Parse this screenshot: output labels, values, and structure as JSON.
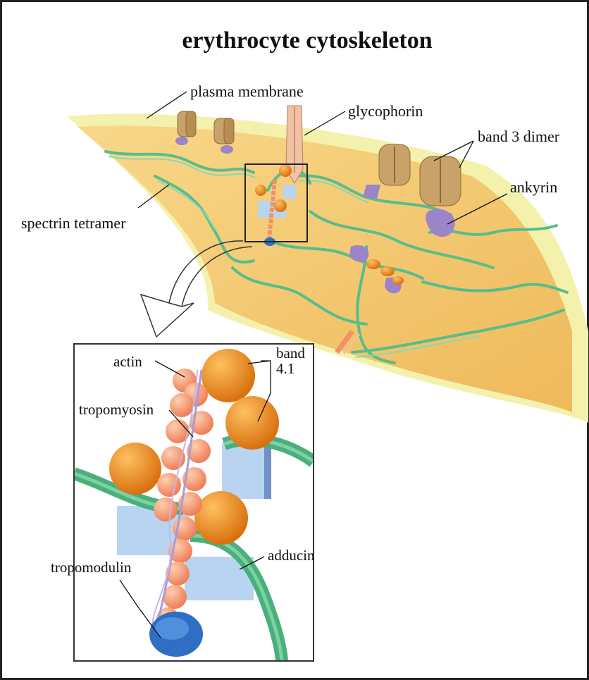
{
  "title": "erythrocyte cytoskeleton",
  "labels": {
    "plasma_membrane": "plasma membrane",
    "glycophorin": "glycophorin",
    "band3_dimer": "band 3 dimer",
    "ankyrin": "ankyrin",
    "spectrin_tetramer": "spectrin tetramer",
    "actin": "actin",
    "band41_line1": "band",
    "band41_line2": "4.1",
    "tropomyosin": "tropomyosin",
    "tropomodulin": "tropomodulin",
    "adducin": "adducin"
  },
  "colors": {
    "membrane_outer": "#f3f0a8",
    "membrane_inner": "#f1c56a",
    "spectrin": "#5cc090",
    "band3": "#c9a26a",
    "ankyrin": "#9c84c8",
    "band41": "#e9881f",
    "actin": "#f5a07a",
    "tropomodulin": "#2e6fc4",
    "adducin": "#b9d4f0"
  }
}
